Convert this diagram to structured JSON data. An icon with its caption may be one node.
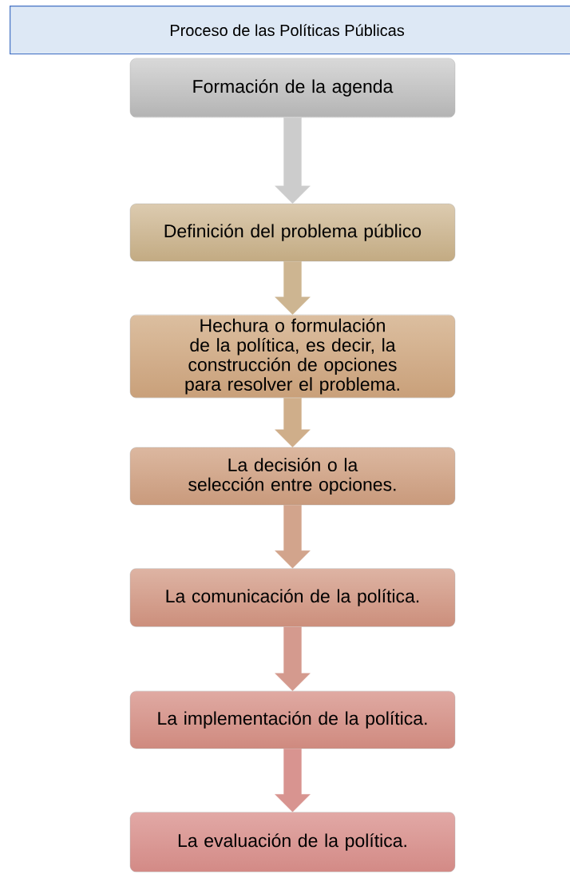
{
  "diagram": {
    "title": "Proceso de las Políticas Públicas",
    "nodes": [
      {
        "text": [
          "Formación de la agenda"
        ]
      },
      {
        "text": [
          "Definición del problema público"
        ]
      },
      {
        "text": [
          "Hechura o formulación de la política, es decir, la construcción de opciones para resolver el problema."
        ]
      },
      {
        "text": [
          "La decisión o la selección entre opciones."
        ]
      },
      {
        "text": [
          "La comunicación de la política."
        ]
      },
      {
        "text": [
          "La implementación de la política."
        ]
      },
      {
        "text": [
          "La evaluación de la política."
        ]
      }
    ],
    "edges": [
      {
        "from": 0,
        "to": 1,
        "arrow": "to"
      },
      {
        "from": 1,
        "to": 2,
        "arrow": "to"
      },
      {
        "from": 2,
        "to": 3,
        "arrow": "to"
      },
      {
        "from": 3,
        "to": 4,
        "arrow": "to"
      },
      {
        "from": 4,
        "to": 5,
        "arrow": "to"
      },
      {
        "from": 5,
        "to": 6,
        "arrow": "to"
      }
    ]
  }
}
